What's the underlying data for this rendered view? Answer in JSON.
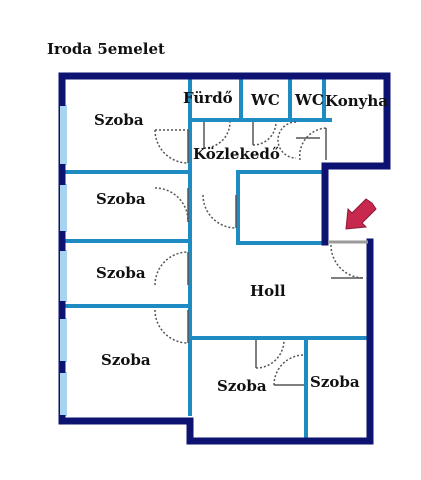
{
  "title": "Iroda 5emelet",
  "rooms": {
    "szoba_1": "Szoba",
    "szoba_2": "Szoba",
    "szoba_3": "Szoba",
    "szoba_4": "Szoba",
    "szoba_5": "Szoba",
    "szoba_6": "Szoba",
    "furdo": "Fürdő",
    "wc_1": "WC",
    "wc_2": "WC",
    "konyha": "Konyha",
    "kozlekedo": "Közlekedő",
    "holl": "Holl"
  },
  "colors": {
    "outer_wall": "#0d1370",
    "inner_wall": "#1e8bc3",
    "window": "#a9d4ef",
    "door": "#555555",
    "entrance_arrow": "#c8284e"
  }
}
